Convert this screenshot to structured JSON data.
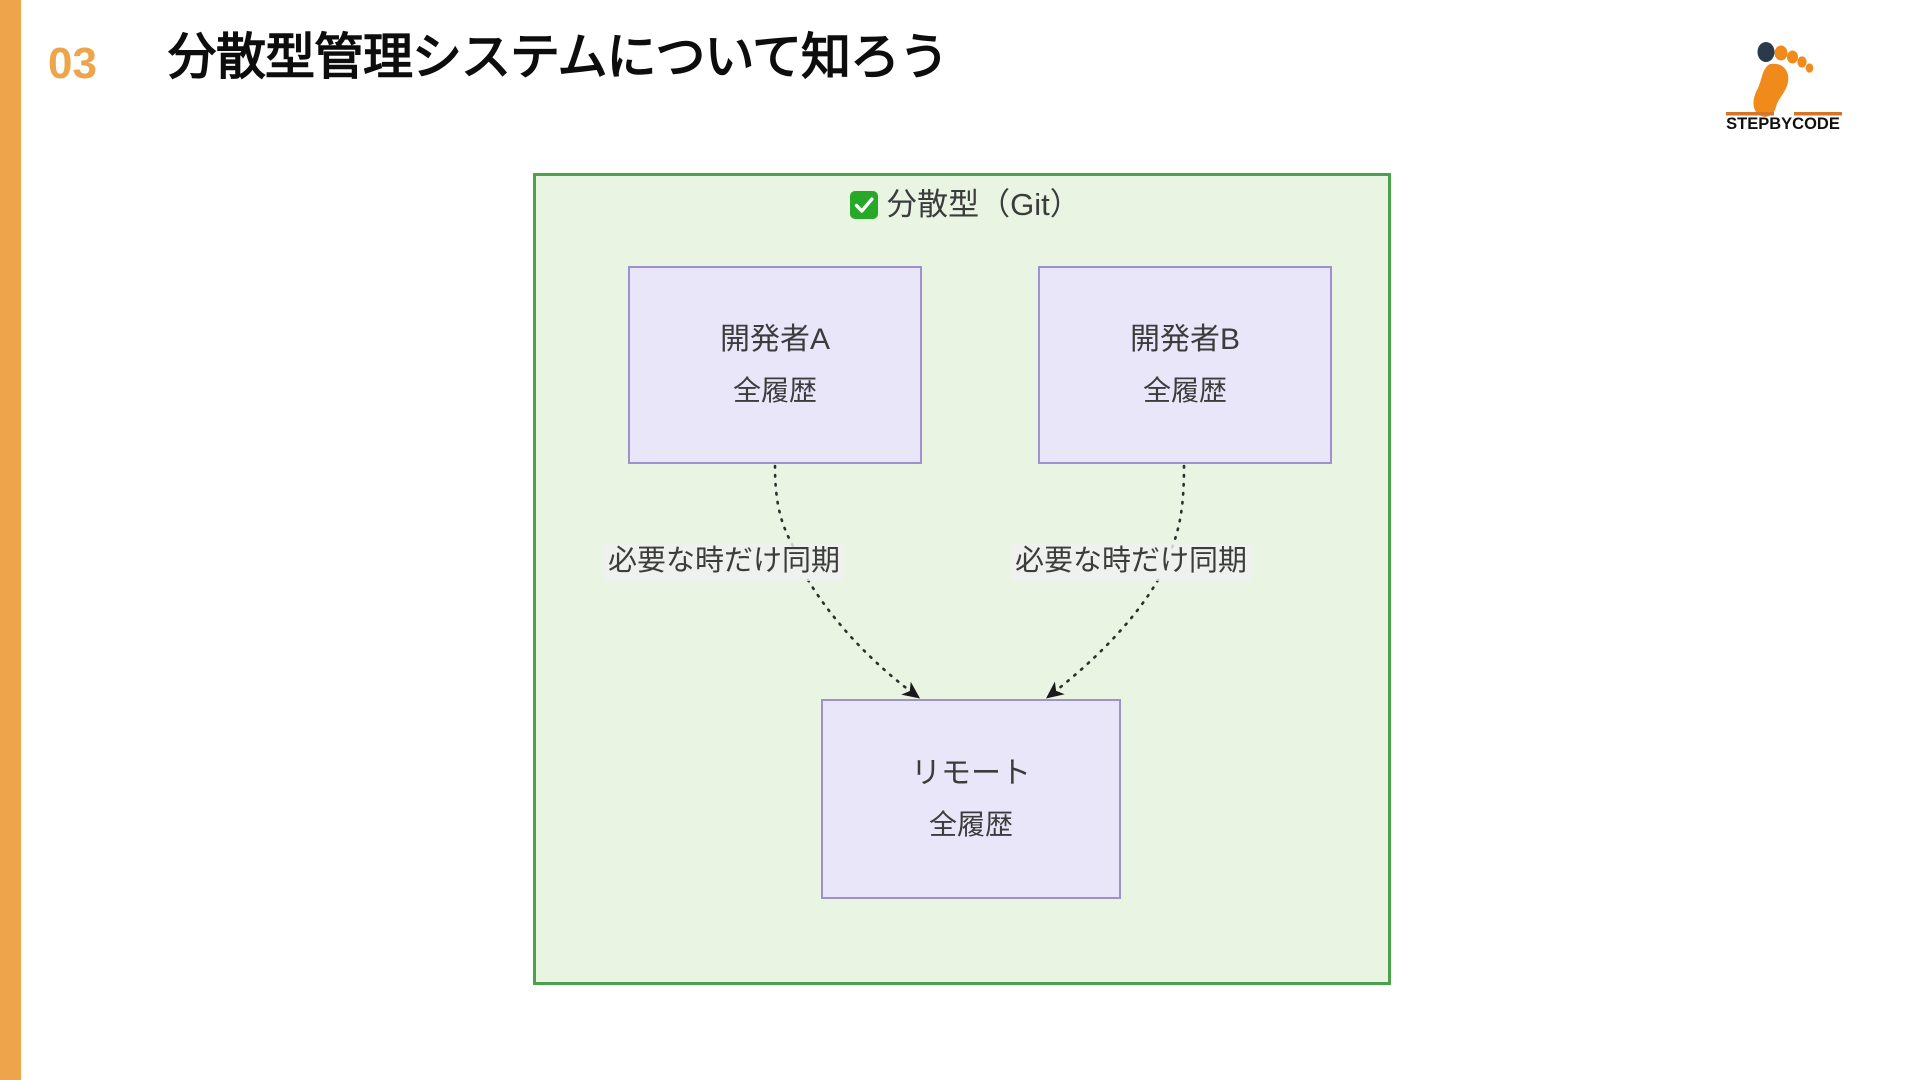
{
  "slide": {
    "section_number": "03",
    "title": "分散型管理システムについて知ろう",
    "accent_color": "#eda44a",
    "background_color": "#ffffff"
  },
  "logo": {
    "wordmark": "STEPBYCODE",
    "icon_name": "footprint-icon",
    "foot_color": "#ef8a1b",
    "big_toe_color": "#2b3a4a",
    "rule_color": "#d4762a"
  },
  "diagram": {
    "type": "flow",
    "caption": "分散型（Git）",
    "caption_icon": "white-check-mark-emoji",
    "frame_border_color": "#4aa24a",
    "frame_fill_color": "#e9f4e2",
    "node_fill_color": "#e9e6f9",
    "node_border_color": "#9b92cf",
    "nodes": [
      {
        "id": "dev-a",
        "line_main": "開発者A",
        "line_sub": "全履歴"
      },
      {
        "id": "dev-b",
        "line_main": "開発者B",
        "line_sub": "全履歴"
      },
      {
        "id": "remote",
        "line_main": "リモート",
        "line_sub": "全履歴"
      }
    ],
    "edges": [
      {
        "from": "dev-a",
        "to": "remote",
        "label": "必要な時だけ同期",
        "style": "dotted",
        "arrow": "filled-triangle"
      },
      {
        "from": "dev-b",
        "to": "remote",
        "label": "必要な時だけ同期",
        "style": "dotted",
        "arrow": "filled-triangle"
      }
    ]
  }
}
